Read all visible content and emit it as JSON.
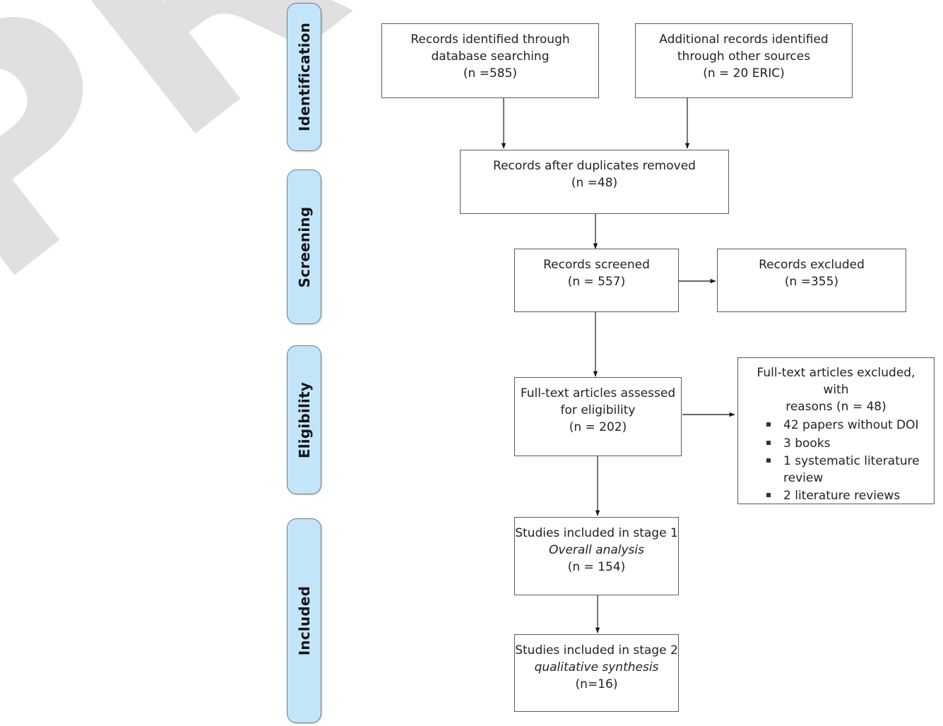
{
  "watermark": {
    "text": "PR"
  },
  "stages": [
    {
      "id": "identification",
      "label": "Identification"
    },
    {
      "id": "screening",
      "label": "Screening"
    },
    {
      "id": "eligibility",
      "label": "Eligibility"
    },
    {
      "id": "included",
      "label": "Included"
    }
  ],
  "boxes": {
    "records_identified": {
      "line1": "Records identified through",
      "line2": "database searching",
      "line3": "(n =585)"
    },
    "additional_records": {
      "line1": "Additional records identified",
      "line2": "through other sources",
      "line3": "(n = 20 ERIC)"
    },
    "after_duplicates": {
      "line1": "Records after duplicates removed",
      "line2": "(n =48)"
    },
    "records_screened": {
      "line1": "Records screened",
      "line2": "(n = 557)"
    },
    "records_excluded": {
      "line1": "Records excluded",
      "line2": "(n =355)"
    },
    "fulltext_assessed": {
      "line1": "Full-text articles assessed",
      "line2": "for eligibility",
      "line3": "(n = 202)"
    },
    "fulltext_excluded": {
      "head1": "Full-text articles excluded, with",
      "head2": "reasons (n = 48)",
      "reasons": [
        "42 papers without DOI",
        "3 books",
        "1 systematic literature review",
        "2 literature reviews"
      ]
    },
    "included_stage1": {
      "line1": "Studies included in stage 1",
      "line2": "Overall analysis",
      "line3": "(n = 154)"
    },
    "included_stage2": {
      "line1": "Studies included in stage 2",
      "line2": "qualitative synthesis",
      "line3": "(n=16)"
    }
  },
  "colors": {
    "pill_fill": "#c3e5fa",
    "pill_border": "#6f7f8c",
    "box_border": "#5b5b5b",
    "connector": "#404040",
    "watermark": "#e0e0e0",
    "text": "#222222"
  }
}
